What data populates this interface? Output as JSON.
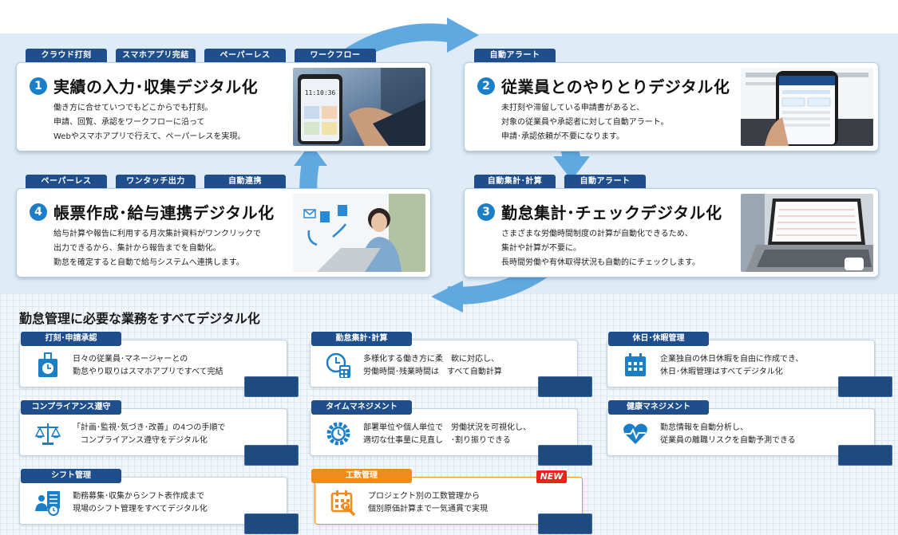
{
  "colors": {
    "brand_blue": "#1f4e8c",
    "accent_blue": "#1b7fc8",
    "cycle_arrow": "#5fa8e0",
    "new_badge": "#e8231a",
    "orange": "#f08c1e"
  },
  "features": [
    {
      "number": "1",
      "title": "実績の入力･収集デジタル化",
      "tags": [
        "クラウド打刻",
        "スマホアプリ完結",
        "ペーパーレス",
        "ワークフロー"
      ],
      "desc": [
        "働き方に合せていつでもどこからでも打刻。",
        "申請、回覧、承認をワークフローに沿って",
        "Webやスマホアプリで行えて、ペーパーレスを実現。"
      ],
      "image": "smartphone-clock-app-photo",
      "phone_time": "11:10:36"
    },
    {
      "number": "2",
      "title": "従業員とのやりとりデジタル化",
      "tags": [
        "自動アラート"
      ],
      "desc": [
        "未打刻や滞留している申請書があると、",
        "対象の従業員や承認者に対して自動アラート。",
        "申請･承認依頼が不要になります。"
      ],
      "image": "smartphone-alert-photo"
    },
    {
      "number": "3",
      "title": "勤怠集計･チェックデジタル化",
      "tags": [
        "自動集計･計算",
        "自動アラート"
      ],
      "desc": [
        "さまざまな労働時間制度の計算が自動化できるため、",
        "集計や計算が不要に。",
        "長時間労働や有休取得状況も自動的にチェックします。"
      ],
      "image": "laptop-timesheet-photo"
    },
    {
      "number": "4",
      "title": "帳票作成･給与連携デジタル化",
      "tags": [
        "ペーパーレス",
        "ワンタッチ出力",
        "自動連携"
      ],
      "desc": [
        "給与計算や報告に利用する月次集計資料がワンクリックで",
        "出力できるから、集計から報告までを自動化。",
        "勤怠を確定すると自動で給与システムへ連携します。"
      ],
      "image": "woman-laptop-photo"
    }
  ],
  "section_title": "勤怠管理に必要な業務をすべてデジタル化",
  "services": [
    {
      "tag": "打刻･申請承認",
      "icon": "clock-badge-icon",
      "lines": [
        "日々の従業員･マネージャーとの",
        "勤怠やり取りはスマホアプリですべて完結"
      ]
    },
    {
      "tag": "勤怠集計･計算",
      "icon": "clock-calculator-icon",
      "lines": [
        "多様化する働き方に柔　軟に対応し、",
        "労働時間･残業時間は　すべて自動計算"
      ]
    },
    {
      "tag": "休日･休暇管理",
      "icon": "calendar-icon",
      "lines": [
        "企業独自の休日休暇を自由に作成でき、",
        "休日･休暇管理はすべてデジタル化"
      ]
    },
    {
      "tag": "コンプライアンス遵守",
      "icon": "scales-icon",
      "lines": [
        "「計画･監視･気づき･改善」の4つの手順で",
        "　コンプライアンス遵守をデジタル化"
      ]
    },
    {
      "tag": "タイムマネジメント",
      "icon": "gear-clock-icon",
      "lines": [
        "部署単位や個人単位で　労働状況を可視化し、",
        "適切な仕事量に見直し　･割り振りできる"
      ]
    },
    {
      "tag": "健康マネジメント",
      "icon": "heart-pulse-icon",
      "lines": [
        "勤怠情報を自動分析し、",
        "従業員の離職リスクを自動予測できる"
      ]
    },
    {
      "tag": "シフト管理",
      "icon": "shift-people-icon",
      "lines": [
        "勤務募集･収集からシフト表作成まで",
        "現場のシフト管理をすべてデジタル化"
      ]
    },
    {
      "tag": "工数管理",
      "icon": "calendar-wrench-icon",
      "lines": [
        "プロジェクト別の工数管理から",
        "個別原価計算まで一気通貫で実現"
      ],
      "badge": "NEW"
    }
  ]
}
